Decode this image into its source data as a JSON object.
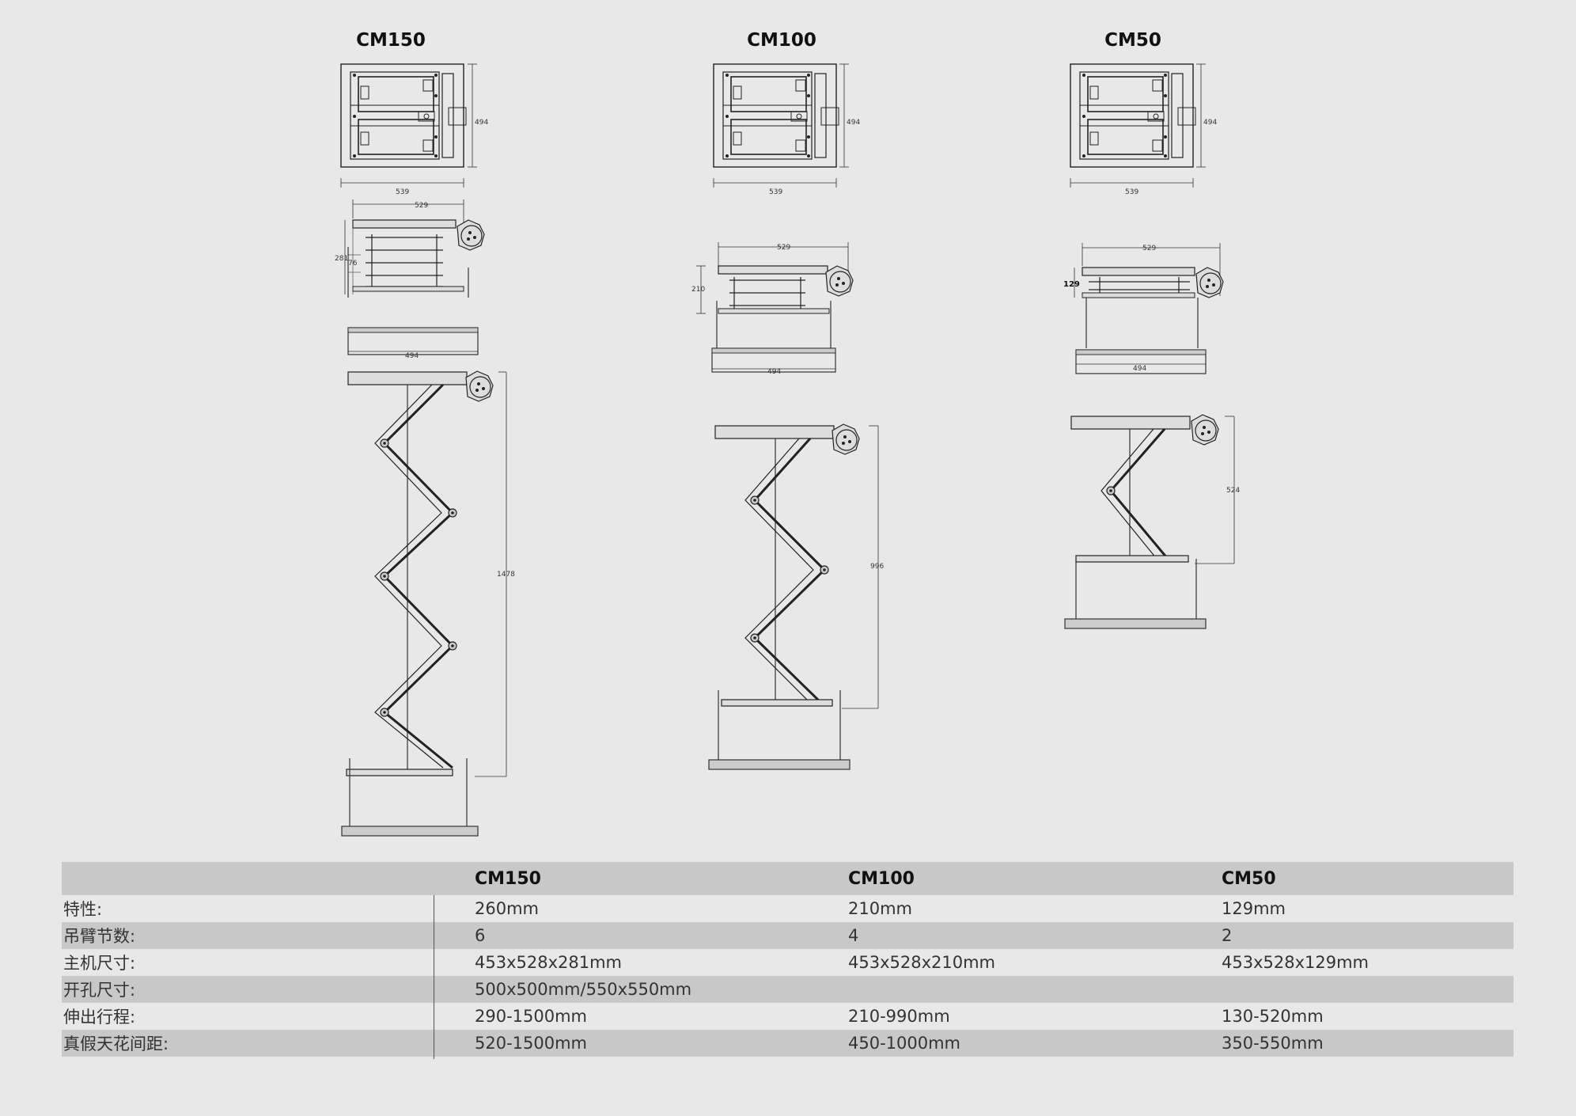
{
  "models": {
    "cm150": "CM150",
    "cm100": "CM100",
    "cm50": "CM50"
  },
  "dimensions": {
    "top_width": "539",
    "top_height": "494",
    "side_width": "529",
    "base_width": "494",
    "cm150_height": "281",
    "cm150_unit": "76",
    "cm100_height": "210",
    "cm50_height": "129",
    "cm150_travel": "1478",
    "cm100_travel": "996",
    "cm50_travel": "524"
  },
  "table": {
    "header": [
      "",
      "CM150",
      "CM100",
      "CM50"
    ],
    "rows": [
      {
        "label": "特性:",
        "cm150": "260mm",
        "cm100": "210mm",
        "cm50": "129mm"
      },
      {
        "label": "吊臂节数:",
        "cm150": "6",
        "cm100": "4",
        "cm50": "2"
      },
      {
        "label": "主机尺寸:",
        "cm150": "453x528x281mm",
        "cm100": "453x528x210mm",
        "cm50": "453x528x129mm"
      },
      {
        "label": "开孔尺寸:",
        "cm150": "500x500mm/550x550mm",
        "cm100": "",
        "cm50": ""
      },
      {
        "label": "伸出行程:",
        "cm150": "290-1500mm",
        "cm100": "210-990mm",
        "cm50": "130-520mm"
      },
      {
        "label": "真假天花间距:",
        "cm150": "520-1500mm",
        "cm100": "450-1000mm",
        "cm50": "350-550mm"
      }
    ]
  },
  "colors": {
    "background": "#e8e8e8",
    "row_shade": "#c8c8c8",
    "line": "#333333"
  }
}
